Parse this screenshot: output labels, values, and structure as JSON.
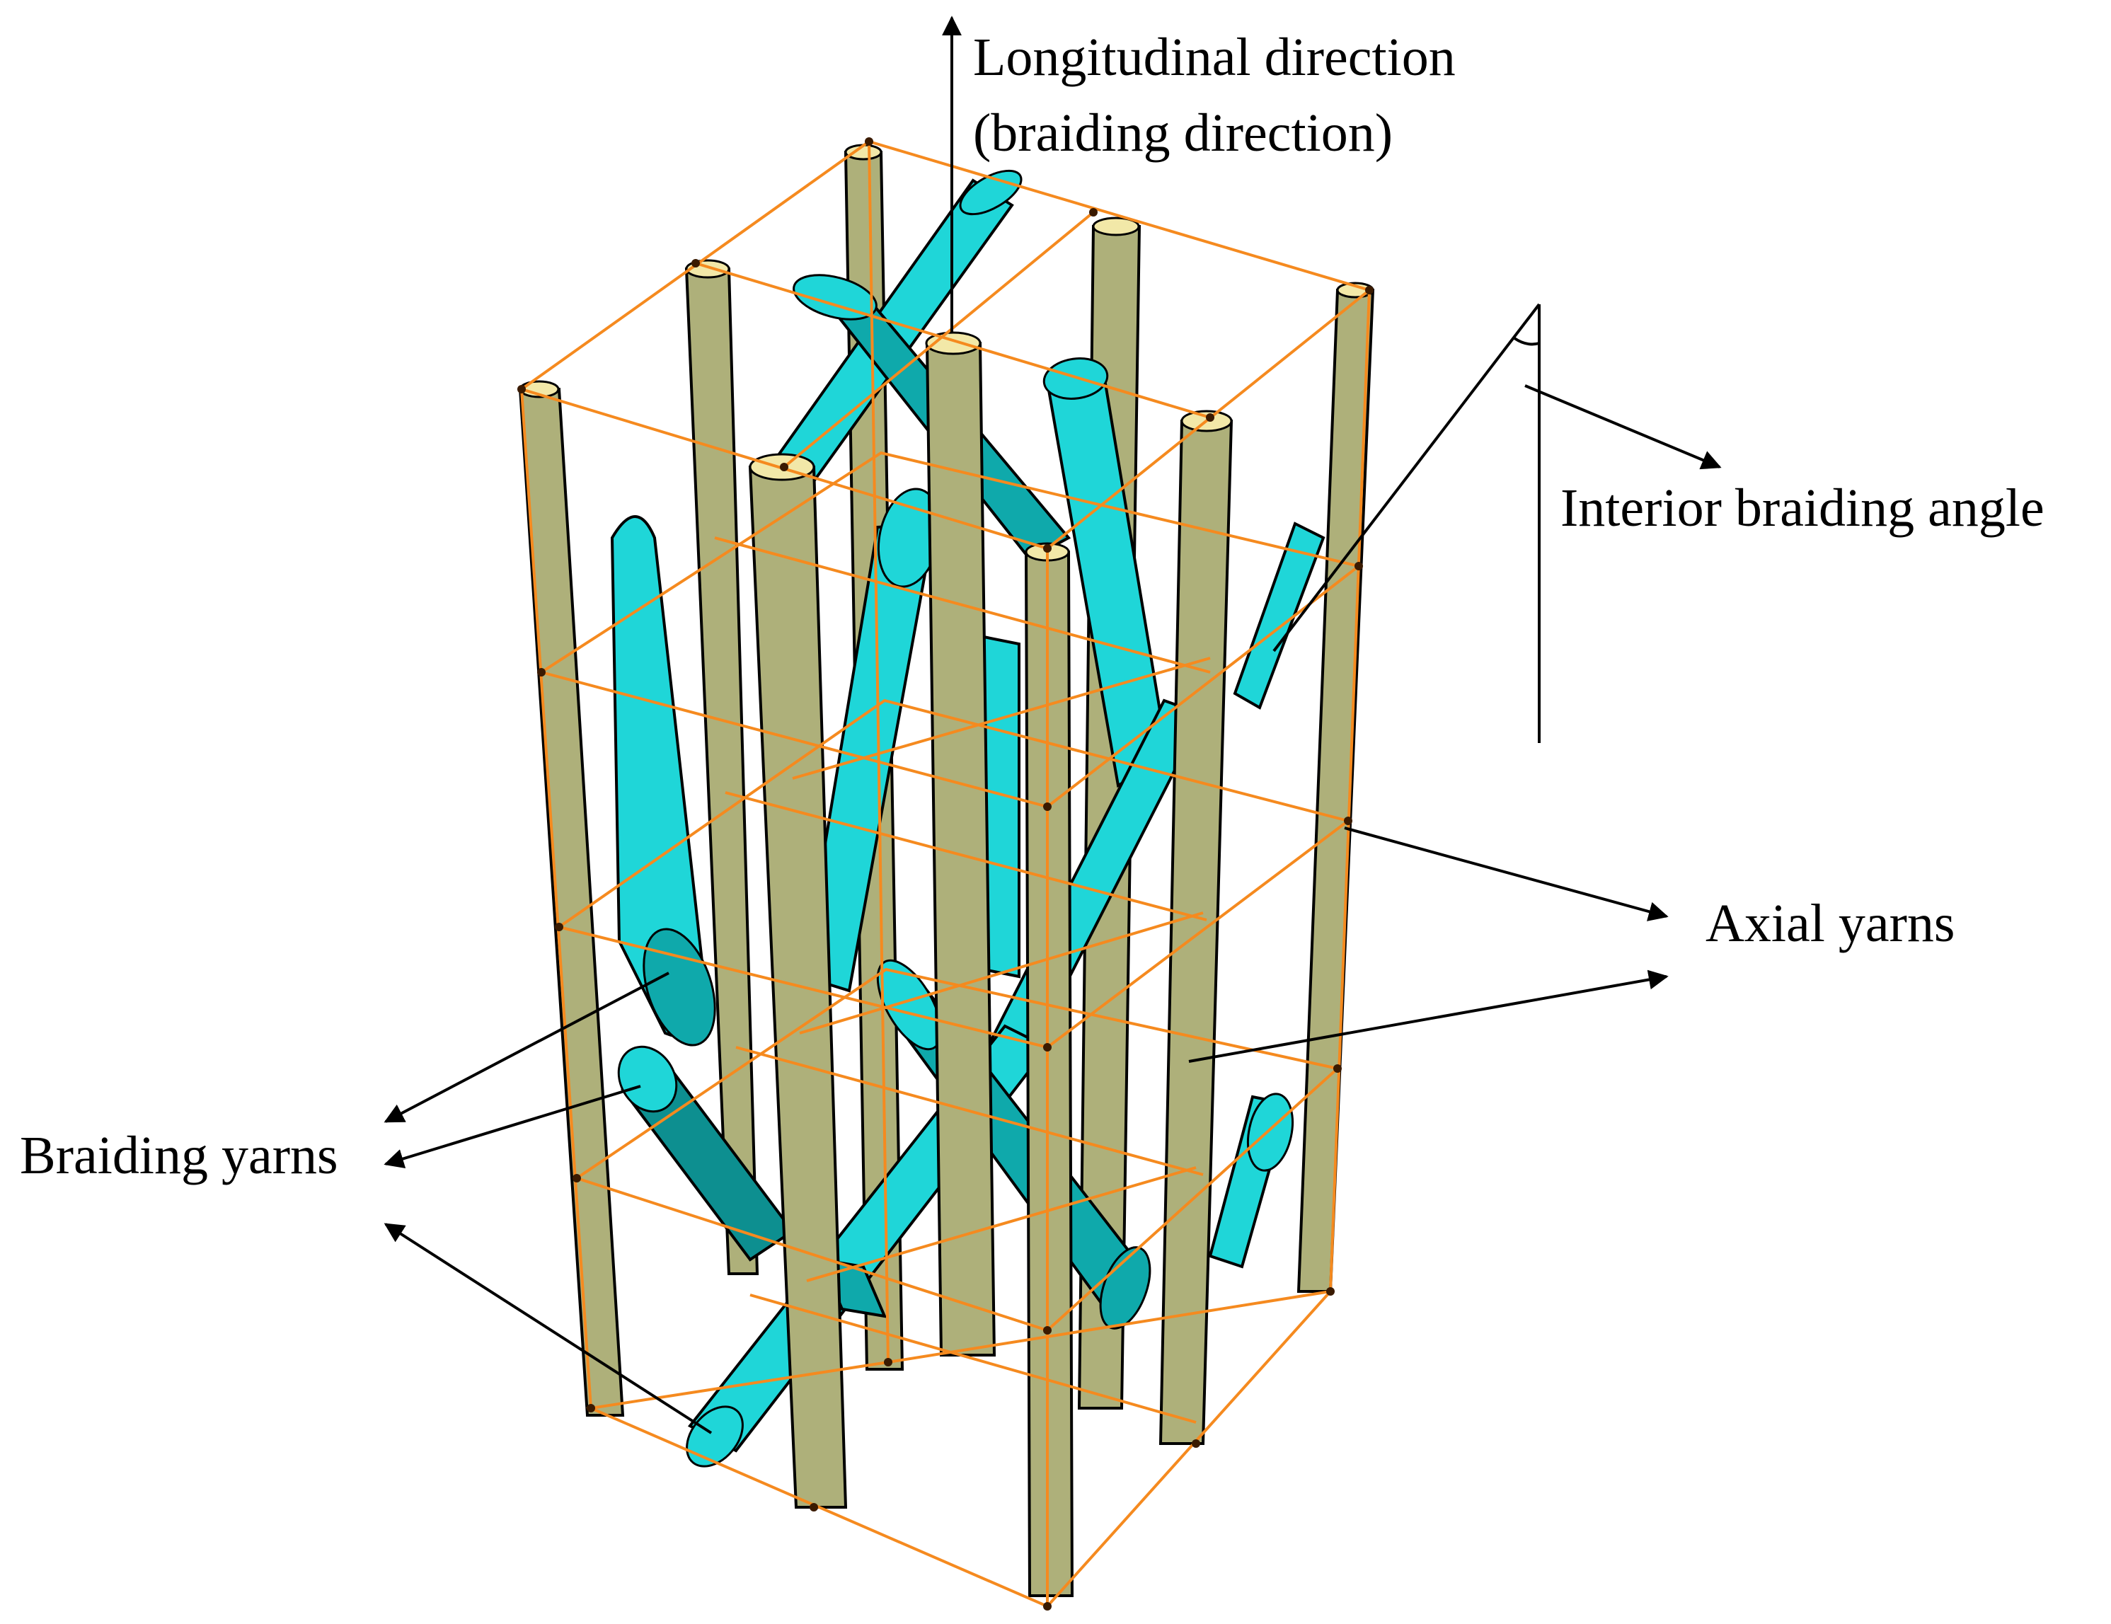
{
  "labels": {
    "longitudinal_line1": "Longitudinal direction",
    "longitudinal_line2": "(braiding direction)",
    "interior_angle": "Interior braiding angle",
    "axial_yarns": "Axial yarns",
    "braiding_yarns": "Braiding yarns"
  },
  "colors": {
    "background": "#ffffff",
    "axial_yarn_fill": "#aeb07a",
    "axial_yarn_shade": "#8e905c",
    "axial_yarn_top": "#f2e8a8",
    "braiding_yarn_fill": "#1fd6d8",
    "braiding_yarn_shade": "#0d8f90",
    "wireframe": "#f58a1f",
    "outline": "#000000"
  }
}
